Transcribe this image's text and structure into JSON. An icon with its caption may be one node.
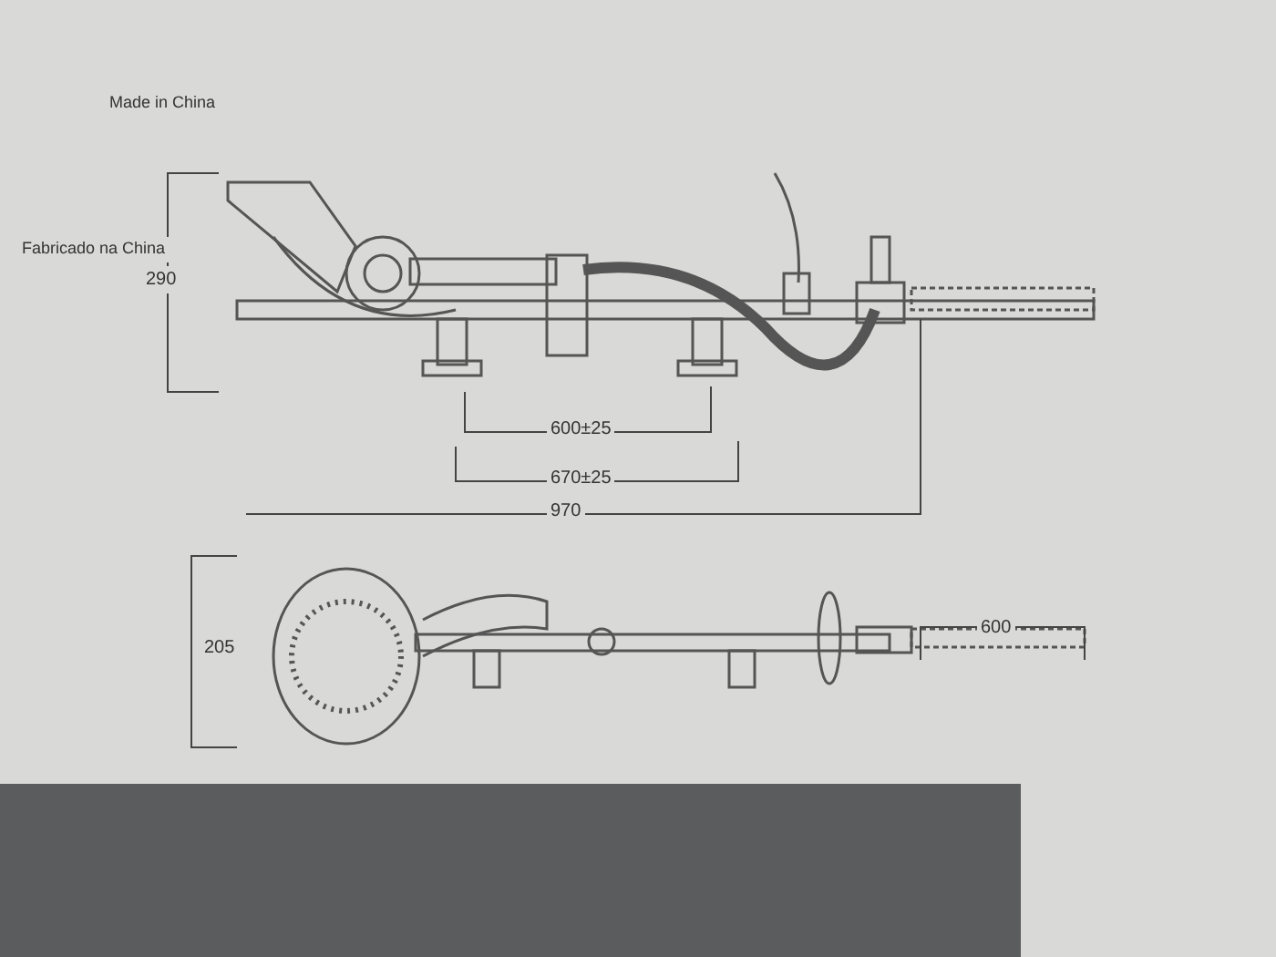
{
  "diagram": {
    "labels": [
      "290",
      "600±25",
      "670±25",
      "970",
      "205",
      "600",
      "Made in China",
      "Fabricado na China"
    ]
  }
}
